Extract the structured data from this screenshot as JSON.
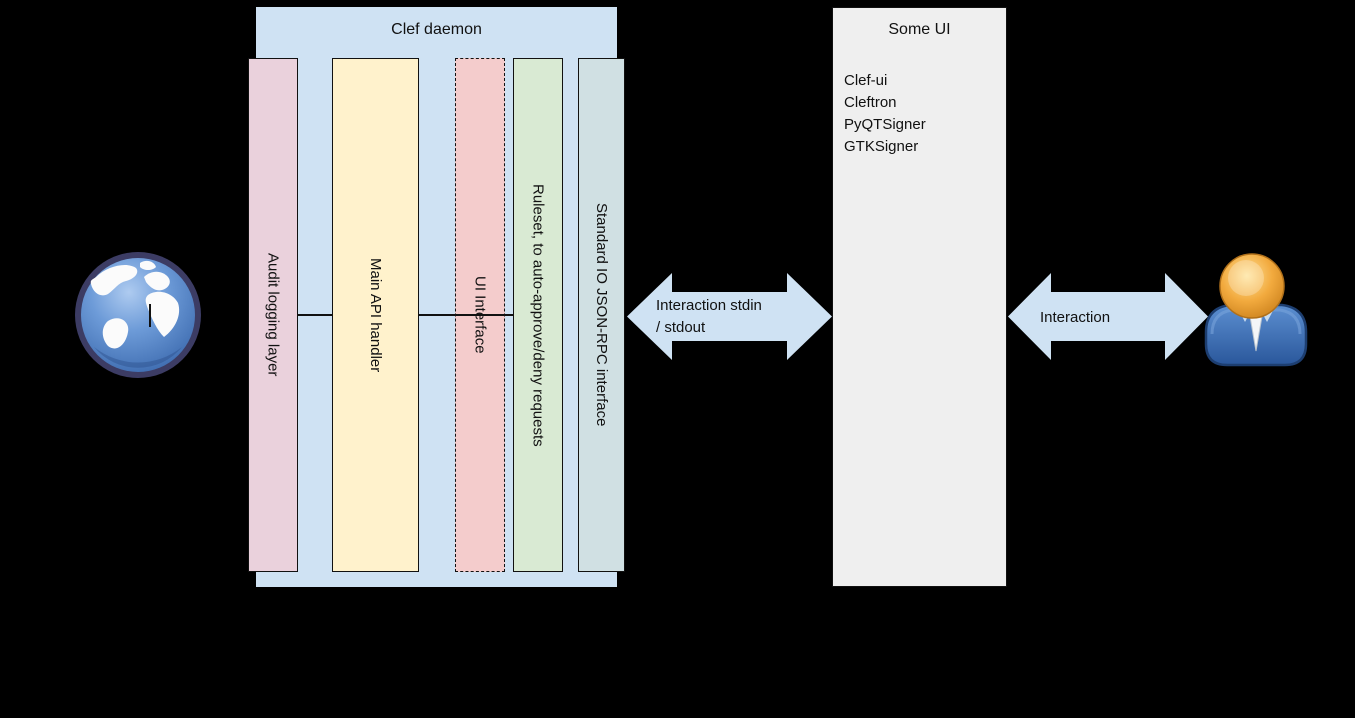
{
  "canvas": {
    "background_color": "#000000"
  },
  "daemon": {
    "title": "Clef daemon",
    "fill": "#cfe2f3",
    "layers": [
      {
        "label": "Audit logging layer",
        "fill": "#ead1dc",
        "border": "solid"
      },
      {
        "label": "Main API handler",
        "fill": "#fff2cc",
        "border": "solid"
      },
      {
        "label": "UI Interface",
        "fill": "#f4cccc",
        "border": "dashed"
      },
      {
        "label": "Ruleset, to auto-approve/deny requests",
        "fill": "#d9ead3",
        "border": "solid"
      },
      {
        "label": "Standard IO JSON-RPC interface",
        "fill": "#d0e0e3",
        "border": "solid"
      }
    ]
  },
  "arrows": {
    "stdin": {
      "label_line1": "Interaction stdin",
      "label_line2": "/ stdout",
      "fill": "#cfe2f3",
      "direction": "bidirectional"
    },
    "user": {
      "label": "Interaction",
      "fill": "#cfe2f3",
      "direction": "bidirectional"
    }
  },
  "some_ui": {
    "title": "Some UI",
    "fill": "#efefef",
    "items": [
      "Clef-ui",
      "Cleftron",
      "PyQTSigner",
      "GTKSigner"
    ]
  },
  "icons": {
    "left": "globe-network-icon",
    "right": "user-person-icon"
  }
}
